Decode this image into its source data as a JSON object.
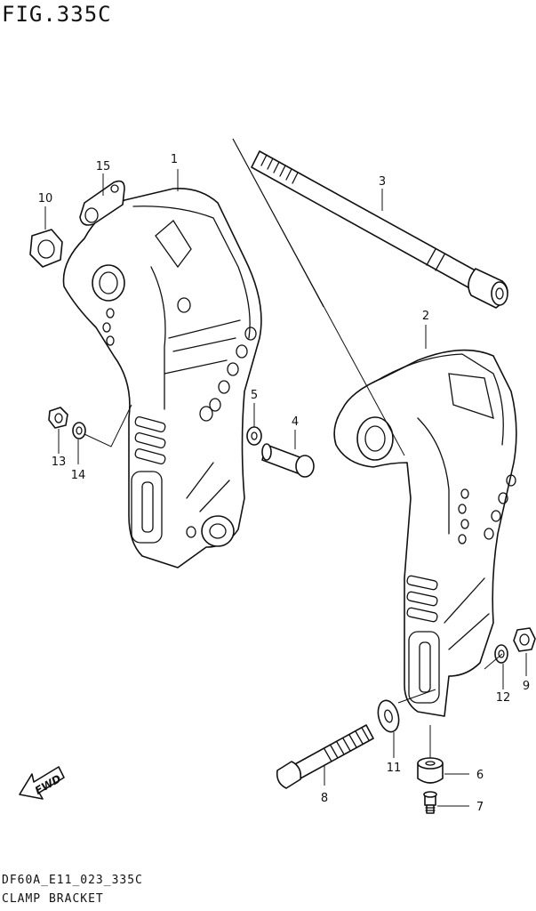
{
  "figure": {
    "title": "FIG.335C",
    "code": "DF60A_E11_023_335C",
    "name": "CLAMP BRACKET"
  },
  "fwd_label": "FWD",
  "callouts": [
    {
      "id": "1",
      "label": "1"
    },
    {
      "id": "2",
      "label": "2"
    },
    {
      "id": "3",
      "label": "3"
    },
    {
      "id": "4",
      "label": "4"
    },
    {
      "id": "5",
      "label": "5"
    },
    {
      "id": "6",
      "label": "6"
    },
    {
      "id": "7",
      "label": "7"
    },
    {
      "id": "8",
      "label": "8"
    },
    {
      "id": "9",
      "label": "9"
    },
    {
      "id": "10",
      "label": "10"
    },
    {
      "id": "11",
      "label": "11"
    },
    {
      "id": "12",
      "label": "12"
    },
    {
      "id": "13",
      "label": "13"
    },
    {
      "id": "14",
      "label": "14"
    },
    {
      "id": "15",
      "label": "15"
    }
  ]
}
